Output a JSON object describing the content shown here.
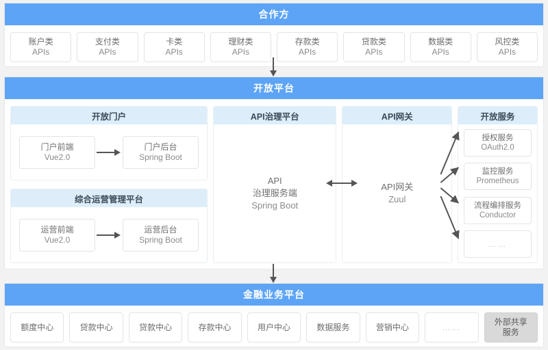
{
  "diagram": {
    "title": "API Open Platform Architecture",
    "colors": {
      "band": "#5da4f7",
      "panel_head": "#ddeefa",
      "canvas": "#f2f2f2",
      "shared_box": "#d9d9d9",
      "arrow": "#555555"
    }
  },
  "partner": {
    "band_label": "合作方",
    "apis": [
      {
        "name": "账户类",
        "kind": "APIs"
      },
      {
        "name": "支付类",
        "kind": "APIs"
      },
      {
        "name": "卡类",
        "kind": "APIs"
      },
      {
        "name": "理财类",
        "kind": "APIs"
      },
      {
        "name": "存款类",
        "kind": "APIs"
      },
      {
        "name": "贷款类",
        "kind": "APIs"
      },
      {
        "name": "数据类",
        "kind": "APIs"
      },
      {
        "name": "风控类",
        "kind": "APIs"
      }
    ]
  },
  "open_platform": {
    "band_label": "开放平台",
    "portal": {
      "head": "开放门户",
      "frontend": {
        "line1": "门户前端",
        "line2": "Vue2.0"
      },
      "backend": {
        "line1": "门户后台",
        "line2": "Spring Boot"
      }
    },
    "ops": {
      "head": "综合运营管理平台",
      "frontend": {
        "line1": "运营前端",
        "line2": "Vue2.0"
      },
      "backend": {
        "line1": "运营后台",
        "line2": "Spring Boot"
      }
    },
    "governance": {
      "head": "API治理平台",
      "body_line1": "API",
      "body_line2": "治理服务端",
      "body_line3": "Spring Boot"
    },
    "gateway": {
      "head": "API网关",
      "body_line1": "API网关",
      "body_line2": "Zuul"
    },
    "services": {
      "head": "开放服务",
      "items": [
        {
          "line1": "授权服务",
          "line2": "OAuth2.0"
        },
        {
          "line1": "监控服务",
          "line2": "Prometheus"
        },
        {
          "line1": "流程编排服务",
          "line2": "Conductor"
        },
        {
          "line1": "……",
          "line2": ""
        }
      ]
    }
  },
  "business": {
    "band_label": "金融业务平台",
    "centers": [
      {
        "label": "额度中心",
        "style": "normal"
      },
      {
        "label": "贷款中心",
        "style": "normal"
      },
      {
        "label": "贷款中心",
        "style": "normal"
      },
      {
        "label": "存款中心",
        "style": "normal"
      },
      {
        "label": "用户中心",
        "style": "normal"
      },
      {
        "label": "数据服务",
        "style": "normal"
      },
      {
        "label": "营销中心",
        "style": "normal"
      },
      {
        "label": "……",
        "style": "dots"
      },
      {
        "label": "外部共享\n服务",
        "style": "shared"
      }
    ]
  }
}
